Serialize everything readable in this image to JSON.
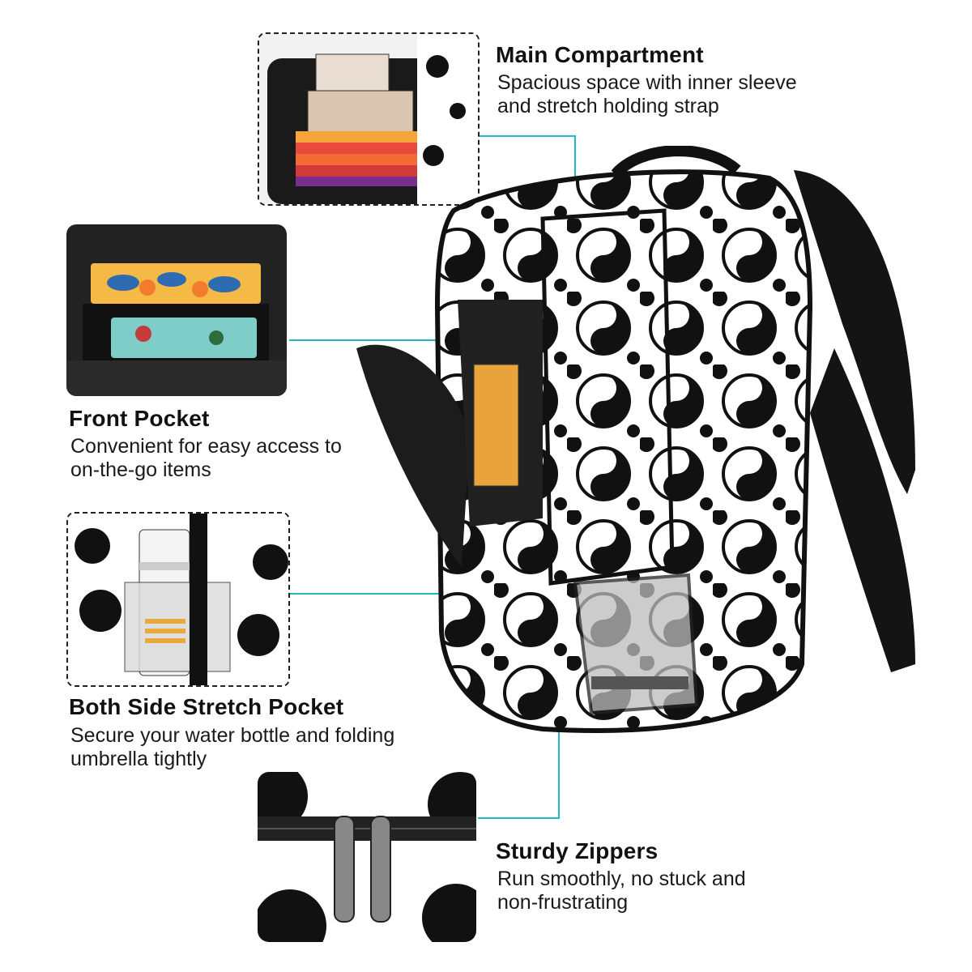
{
  "features": {
    "main_compartment": {
      "title": "Main Compartment",
      "desc_line1": "Spacious space with inner sleeve",
      "desc_line2": "and stretch holding strap"
    },
    "front_pocket": {
      "title": "Front Pocket",
      "desc_line1": "Convenient for easy access to",
      "desc_line2": "on-the-go items"
    },
    "side_pocket": {
      "title": "Both Side Stretch Pocket",
      "desc_line1": "Secure your water bottle and folding",
      "desc_line2": "umbrella tightly"
    },
    "zippers": {
      "title": "Sturdy Zippers",
      "desc_line1": "Run smoothly, no stuck and",
      "desc_line2": "non-frustrating"
    }
  },
  "colors": {
    "callout_line": "#22b8c6",
    "pattern_dark": "#111111",
    "pattern_light": "#ffffff"
  },
  "icons": {
    "pattern": "yin-yang-icon"
  }
}
